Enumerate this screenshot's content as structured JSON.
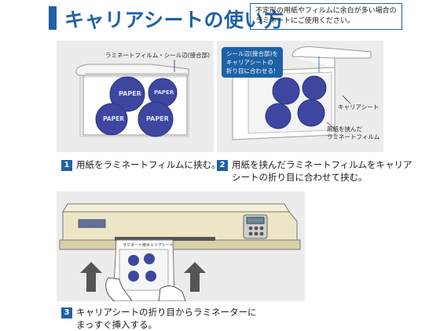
{
  "header": {
    "title": "キャリアシートの使い方",
    "note": [
      "不定形の用紙やフィルムに余白が多い場合の",
      "ラミネートにご使用ください。"
    ]
  },
  "panel1": {
    "label": "ラミネートフィルム・シール辺(接合部)",
    "circle_text": "PAPER"
  },
  "panel2": {
    "callout": [
      "シール辺(接合部)を",
      "キャリアシートの",
      "折り目に合わせる!"
    ],
    "carrier_label": "キャリアシート",
    "film_label": [
      "用紙を挟んだ",
      "ラミネートフィルム"
    ]
  },
  "panel3": {
    "sheet_title": "ラミネート用キャリアシート"
  },
  "steps": [
    {
      "number": "1",
      "lines": [
        "用紙をラミネートフィルムに挟む。"
      ]
    },
    {
      "number": "2",
      "lines": [
        "用紙を挟んだラミネートフィルムをキャリア",
        "シートの折り目に合わせて挟む。"
      ]
    },
    {
      "number": "3",
      "lines": [
        "キャリアシートの折り目からラミネーターに",
        "まっすぐ挿入する。"
      ]
    }
  ],
  "colors": {
    "accent": "#1e61a6",
    "panel_bg": "#ececec",
    "circle_fill": "#3e47a0"
  }
}
